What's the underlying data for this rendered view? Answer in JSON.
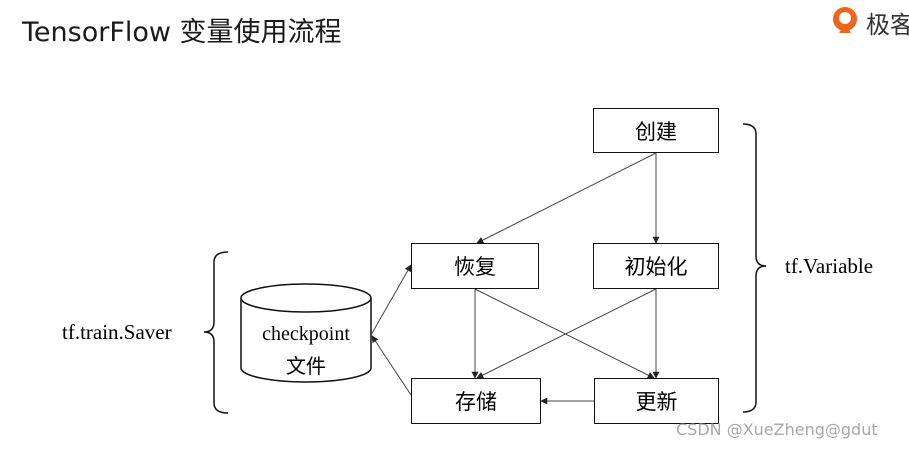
{
  "title": "TensorFlow 变量使用流程",
  "logo": {
    "text": "极客",
    "icon": "geektime-logo-icon",
    "brand_color": "#f0641e"
  },
  "nodes": {
    "create": "创建",
    "restore": "恢复",
    "init": "初始化",
    "save": "存储",
    "update": "更新"
  },
  "checkpoint": {
    "line1": "checkpoint",
    "line2": "文件"
  },
  "brace_labels": {
    "left": "tf.train.Saver",
    "right": "tf.Variable"
  },
  "watermark": "CSDN @XueZheng@gdut"
}
